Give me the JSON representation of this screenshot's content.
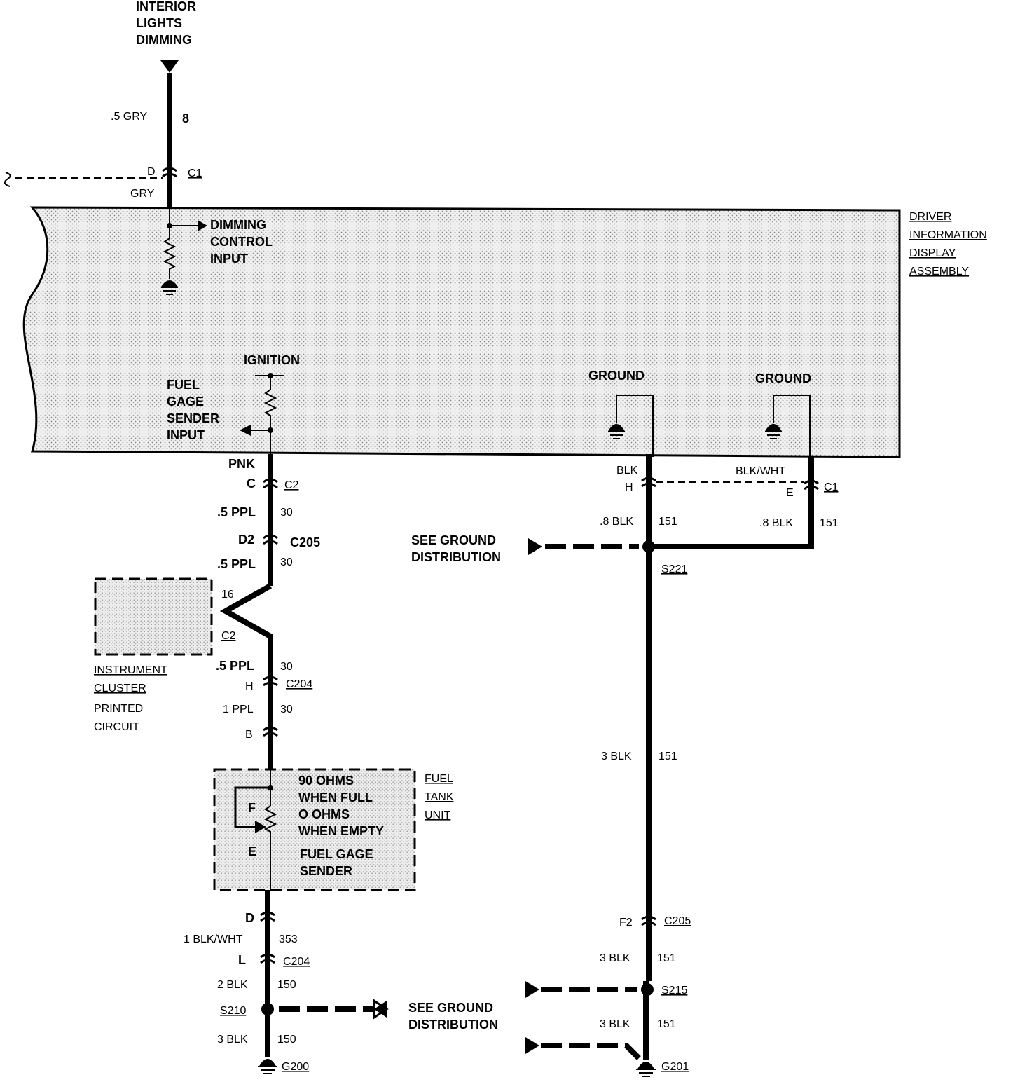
{
  "top_feed": {
    "line1": "INTERIOR",
    "line2": "LIGHTS",
    "line3": "DIMMING"
  },
  "assembly": {
    "line1": "DRIVER",
    "line2": "INFORMATION",
    "line3": "DISPLAY",
    "line4": "ASSEMBLY"
  },
  "dimming_input": {
    "line1": "DIMMING",
    "line2": "CONTROL",
    "line3": "INPUT"
  },
  "ignition": "IGNITION",
  "fuel_input": {
    "line1": "FUEL",
    "line2": "GAGE",
    "line3": "SENDER",
    "line4": "INPUT"
  },
  "ground_label": "GROUND",
  "cluster": {
    "line1": "INSTRUMENT",
    "line2": "CLUSTER",
    "line3": "PRINTED",
    "line4": "CIRCUIT",
    "connector": "C2",
    "pin": "16"
  },
  "tank_unit": {
    "line1": "FUEL",
    "line2": "TANK",
    "line3": "UNIT"
  },
  "sender": {
    "line1": "90 OHMS",
    "line2": "WHEN FULL",
    "line3": "O OHMS",
    "line4": "WHEN EMPTY",
    "line5": "FUEL GAGE",
    "line6": "SENDER",
    "full": "F",
    "empty": "E"
  },
  "see_ground": {
    "line1": "SEE GROUND",
    "line2": "DISTRIBUTION"
  },
  "wires": {
    "gry_top": {
      "size": ".5 GRY",
      "circuit": "8"
    },
    "gry_inner": "GRY",
    "pnk_inner": "PNK",
    "ppl_1": {
      "size": ".5 PPL",
      "circuit": "30"
    },
    "ppl_2": {
      "size": ".5 PPL",
      "circuit": "30"
    },
    "ppl_3": {
      "size": ".5 PPL",
      "circuit": "30"
    },
    "ppl_4": {
      "size": "1 PPL",
      "circuit": "30"
    },
    "blk_wht_353": {
      "size": "1 BLK/WHT",
      "circuit": "353"
    },
    "blk_150_a": {
      "size": "2 BLK",
      "circuit": "150"
    },
    "blk_150_b": {
      "size": "3 BLK",
      "circuit": "150"
    },
    "blk_inner": "BLK",
    "blk_wht_inner": "BLK/WHT",
    "blk_151_a": {
      "size": ".8 BLK",
      "circuit": "151"
    },
    "blk_151_b": {
      "size": ".8 BLK",
      "circuit": "151"
    },
    "blk_151_c": {
      "size": "3 BLK",
      "circuit": "151"
    },
    "blk_151_d": {
      "size": "3 BLK",
      "circuit": "151"
    },
    "blk_151_e": {
      "size": "3 BLK",
      "circuit": "151"
    }
  },
  "connectors": {
    "c1_top": {
      "pin": "D",
      "name": "C1"
    },
    "c2": {
      "pin": "C",
      "name": "C2"
    },
    "c205_left": {
      "pin": "D2",
      "name": "C205"
    },
    "c204_h": {
      "pin": "H",
      "name": "C204"
    },
    "c_b": {
      "pin": "B"
    },
    "c_d": {
      "pin": "D"
    },
    "c204_l": {
      "pin": "L",
      "name": "C204"
    },
    "c1_h": {
      "pin": "H"
    },
    "c1_e": {
      "pin": "E",
      "name": "C1"
    },
    "c205_right": {
      "pin": "F2",
      "name": "C205"
    }
  },
  "splices": {
    "s210": "S210",
    "s221": "S221",
    "s215": "S215"
  },
  "grounds": {
    "g200": "G200",
    "g201": "G201"
  }
}
